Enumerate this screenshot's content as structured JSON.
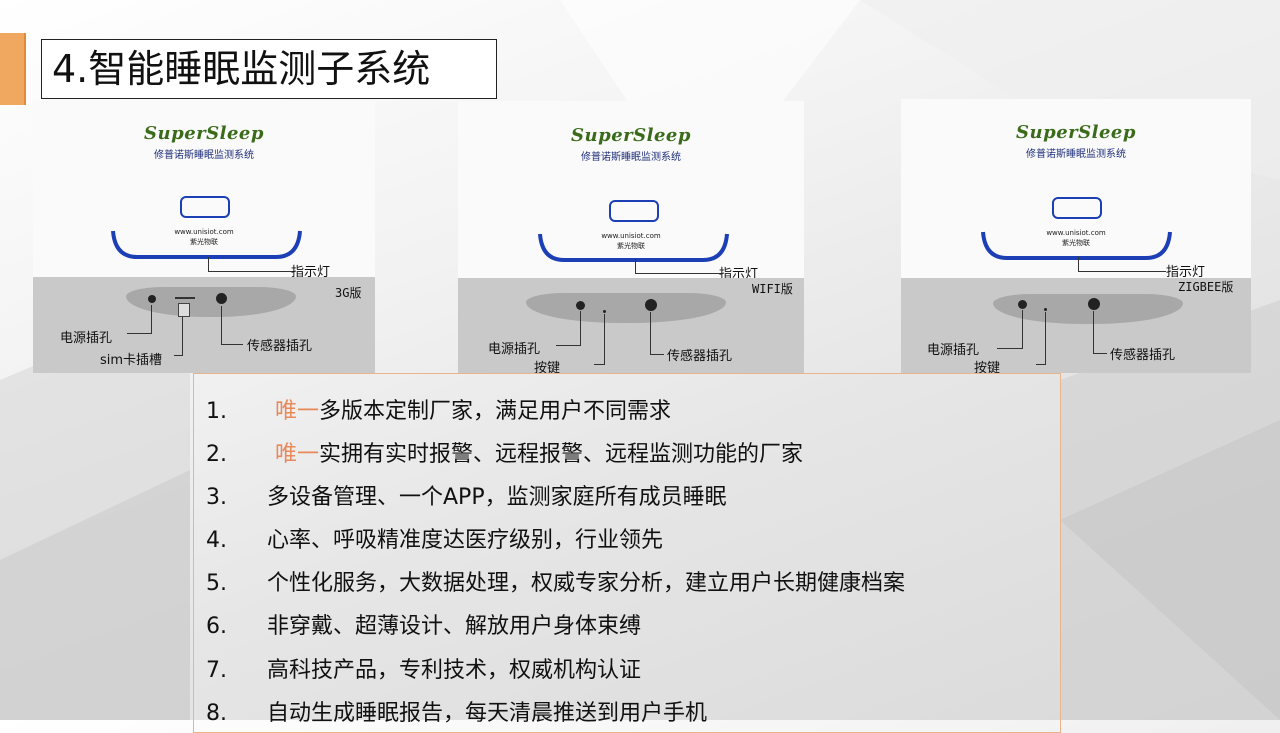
{
  "slide": {
    "title": "4.智能睡眠监测子系统",
    "accent_color": "#f0a860"
  },
  "device": {
    "brand": "SuperSleep",
    "brand_sub": "修普诺斯睡眠监测系统",
    "url": "www.unisiot.com",
    "company": "紫光物联",
    "indicator_label": "指示灯",
    "power_label": "电源插孔",
    "sensor_label": "传感器插孔",
    "sim_label": "sim卡插槽",
    "button_label": "按键"
  },
  "versions": [
    "3G版",
    "WIFI版",
    "ZIGBEE版"
  ],
  "features": [
    {
      "num": "1.",
      "highlight": "唯一",
      "text": "多版本定制厂家，满足用户不同需求"
    },
    {
      "num": "2.",
      "highlight": "唯一",
      "text": "实拥有实时报警、远程报警、远程监测功能的厂家"
    },
    {
      "num": "3.",
      "highlight": "",
      "text": "多设备管理、一个APP，监测家庭所有成员睡眠"
    },
    {
      "num": "4.",
      "highlight": "",
      "text": "心率、呼吸精准度达医疗级别，行业领先"
    },
    {
      "num": "5.",
      "highlight": "",
      "text": "个性化服务，大数据处理，权威专家分析，建立用户长期健康档案"
    },
    {
      "num": "6.",
      "highlight": "",
      "text": "非穿戴、超薄设计、解放用户身体束缚"
    },
    {
      "num": "7.",
      "highlight": "",
      "text": "高科技产品，专利技术，权威机构认证"
    },
    {
      "num": "8.",
      "highlight": "",
      "text": "自动生成睡眠报告，每天清晨推送到用户手机"
    }
  ]
}
